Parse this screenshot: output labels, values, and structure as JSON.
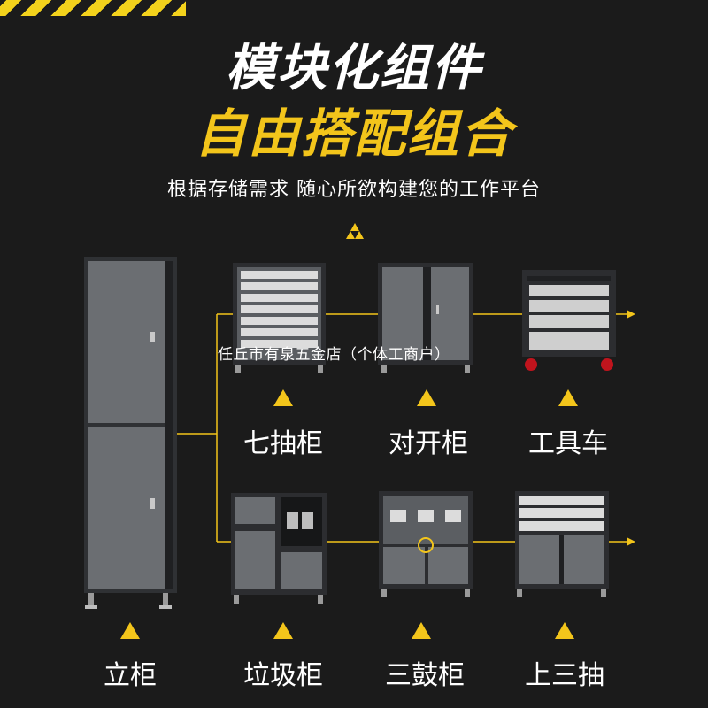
{
  "header": {
    "title_line1": "模块化组件",
    "title_line2": "自由搭配组合",
    "subtitle": "根据存储需求 随心所欲构建您的工作平台"
  },
  "watermark": {
    "store_name": "任丘市有泉五金店（个体工商户）"
  },
  "cabinets": {
    "tall_cabinet": "立柜",
    "seven_drawer": "七抽柜",
    "double_door": "对开柜",
    "tool_cart": "工具车",
    "trash_cabinet": "垃圾柜",
    "three_drum": "三鼓柜",
    "top_three_drawer": "上三抽"
  },
  "colors": {
    "background": "#1b1b1b",
    "accent_yellow": "#f3c51b",
    "cabinet_gray": "#6b6e72",
    "frame_dark": "#3a3c3f"
  }
}
